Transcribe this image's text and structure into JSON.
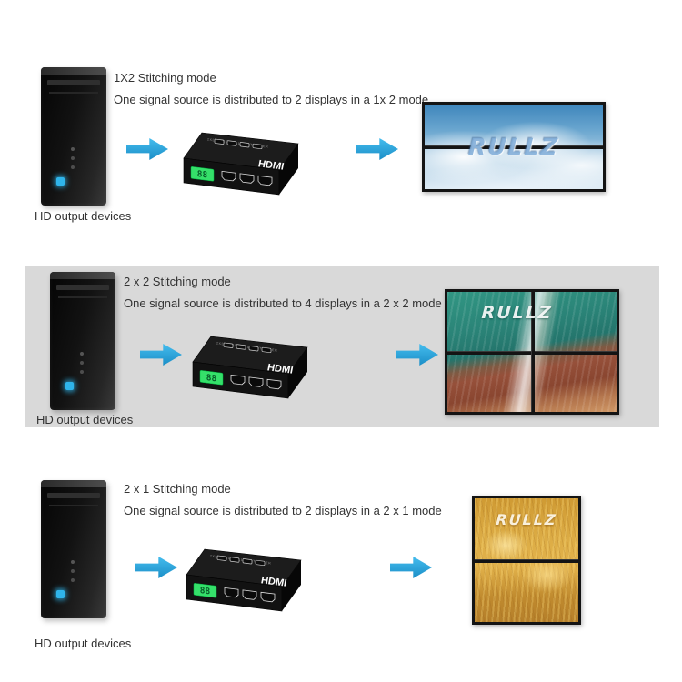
{
  "rows": [
    {
      "title": "1X2 Stitching mode",
      "description": "One signal source is distributed to 2 displays in a 1x 2 mode",
      "device_label": "HD output devices",
      "wall_type": "1x2",
      "watermark": "RULLZ"
    },
    {
      "title": "2 x 2 Stitching mode",
      "description": "One signal source is distributed to 4 displays in a 2 x 2 mode",
      "device_label": "HD output devices",
      "wall_type": "2x2",
      "watermark": "RULLZ"
    },
    {
      "title": "2 x 1 Stitching mode",
      "description": "One signal source is distributed to 2 displays in a 2 x 1 mode",
      "device_label": "HD output devices",
      "wall_type": "2x1",
      "watermark": "RULLZ"
    }
  ],
  "controller": {
    "brand": "HDMI",
    "top_label": "2X2 VIDEO WALL CONTROLLER",
    "led_value": "88"
  },
  "colors": {
    "arrow": "#29abe2",
    "highlight_row_bg": "#d9d9d9"
  }
}
